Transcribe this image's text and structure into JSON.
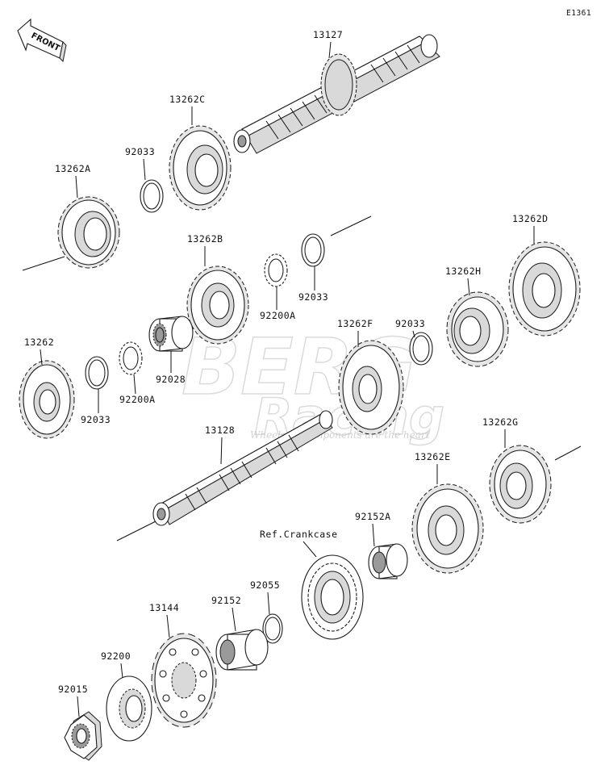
{
  "diagram_code": "E1361",
  "front_label": "FRONT",
  "watermark": {
    "line1": "BERG",
    "line2": "Racing",
    "line3": "Wheels & Components are the heart"
  },
  "parts": {
    "p13127": "13127",
    "p13262C": "13262C",
    "p92033_top": "92033",
    "p13262A": "13262A",
    "p13262B": "13262B",
    "p92200A_mid": "92200A",
    "p92033_mid": "92033",
    "p13262D": "13262D",
    "p13262H": "13262H",
    "p13262": "13262",
    "p92033_left": "92033",
    "p92200A_left": "92200A",
    "p92028": "92028",
    "p13262F": "13262F",
    "p92033_right": "92033",
    "p13128": "13128",
    "p13262G": "13262G",
    "p13262E": "13262E",
    "p92152A": "92152A",
    "ref_crankcase": "Ref.Crankcase",
    "p92055": "92055",
    "p92152": "92152",
    "p13144": "13144",
    "p92200": "92200",
    "p92015": "92015"
  }
}
